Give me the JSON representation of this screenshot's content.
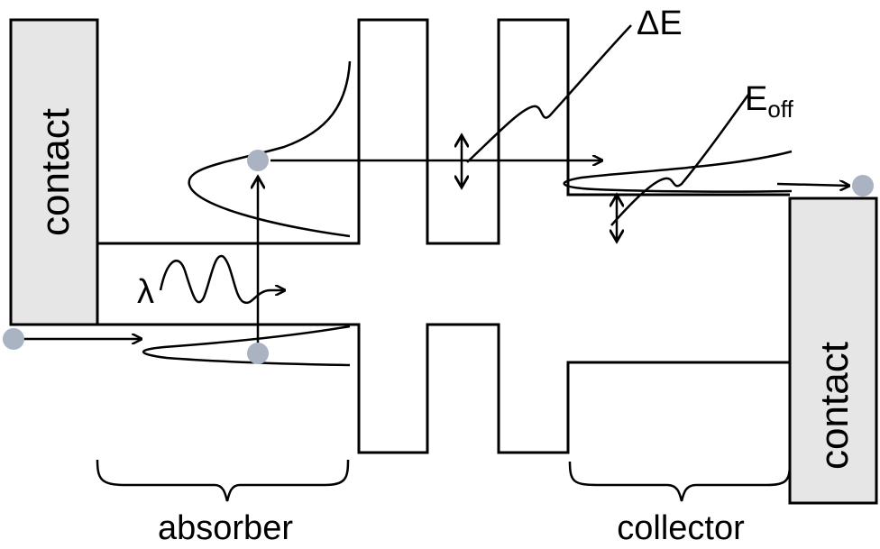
{
  "labels": {
    "contact_left": "contact",
    "contact_right": "contact",
    "absorber": "absorber",
    "collector": "collector",
    "wavelength": "λ",
    "delta_e": "ΔE",
    "e_off_main": "E",
    "e_off_sub": "off"
  },
  "colors": {
    "contact_fill": "#e6e6e6",
    "carrier_dot": "#a9b3c1",
    "line": "#000000"
  }
}
